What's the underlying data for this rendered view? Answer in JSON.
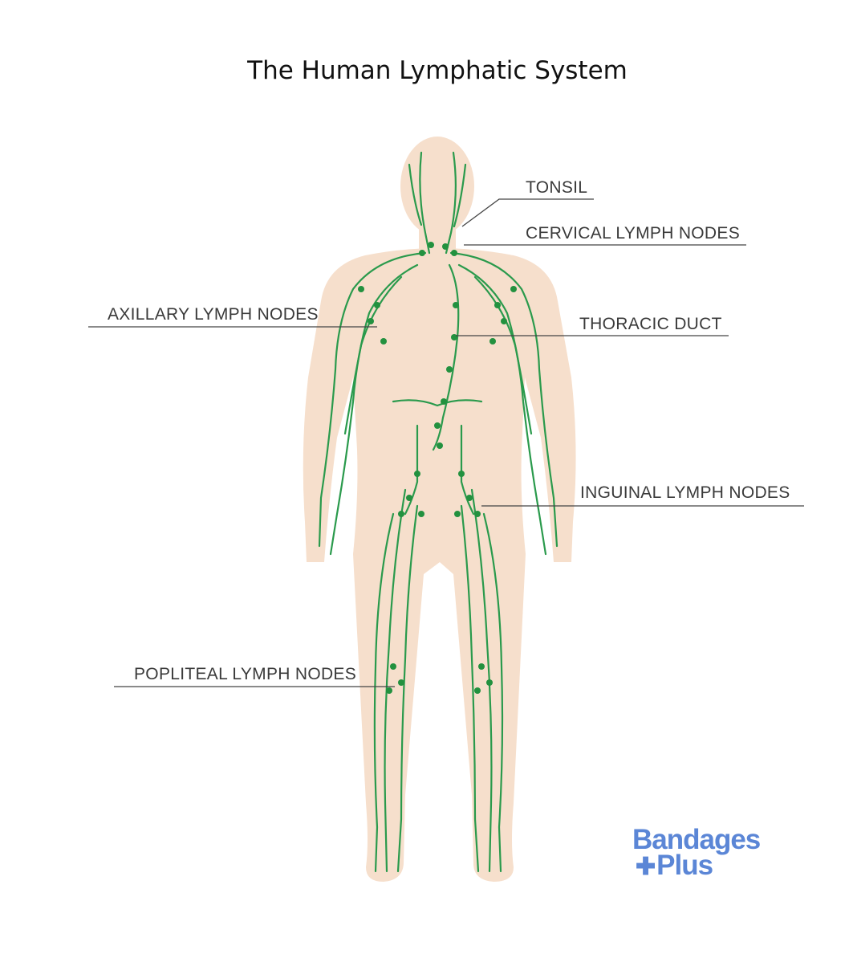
{
  "title": "The Human Lymphatic System",
  "labels": {
    "tonsil": "TONSIL",
    "cervical": "CERVICAL LYMPH NODES",
    "axillary": "AXILLARY LYMPH NODES",
    "thoracic": "THORACIC DUCT",
    "inguinal": "INGUINAL LYMPH NODES",
    "popliteal": "POPLITEAL LYMPH NODES"
  },
  "logo": {
    "line1": "Bandages",
    "line2": "Plus",
    "cross_icon": "plus-icon"
  },
  "colors": {
    "skin": "#f6dfcc",
    "vessel": "#2a9a4c",
    "node": "#23913f",
    "label_line": "#444444",
    "logo": "#5b86d6"
  }
}
